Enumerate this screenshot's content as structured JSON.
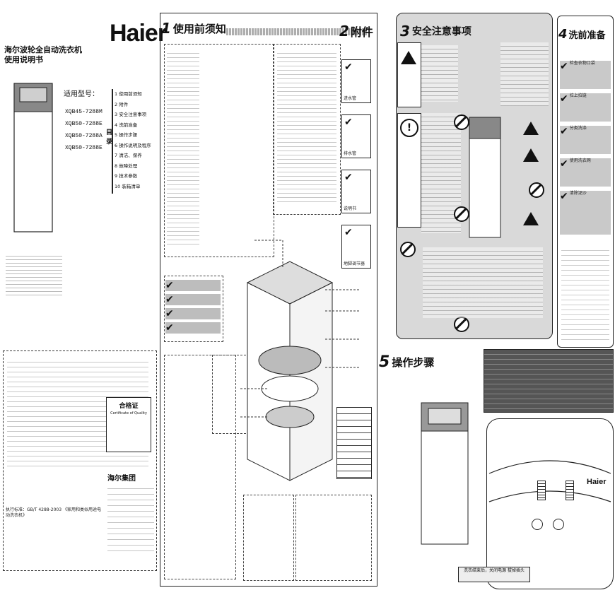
{
  "left": {
    "title1": "海尔波轮全自动洗衣机",
    "title2": "使用说明书",
    "logo": "Haier",
    "model_label": "适用型号：",
    "models": [
      "XQB45-7288M",
      "XQB50-7288E",
      "XQB50-7288A",
      "XQB50-7288E"
    ],
    "toc_label": "目录",
    "toc": [
      "使用前须知",
      "附件",
      "安全注意事项",
      "洗前准备",
      "操作步骤",
      "操作说明及程序",
      "清洁、保养",
      "故障处理",
      "技术参数",
      "装箱清单"
    ],
    "warranty_title": "合格证",
    "warranty_sub": "Certificate of Quality",
    "company": "海尔集团",
    "standard_line": "执行标准：GB/T 4288-2003 《家用和类似用途电动洗衣机》"
  },
  "sections": {
    "s1_title": "使用前须知",
    "s2_title": "附件",
    "s3_title": "安全注意事项",
    "s4_title": "洗前准备",
    "s5_title": "操作步骤"
  },
  "accessories": [
    "进水管",
    "排水管",
    "说明书",
    "地脚调节器"
  ],
  "prep_items": [
    "检查衣物口袋",
    "拉上拉链",
    "分类洗涤",
    "使用洗衣网",
    "清除泥沙"
  ],
  "step5_bottom_label": "洗衣结束后，关闭电源 拔掉插头",
  "panel_logo": "Haier"
}
